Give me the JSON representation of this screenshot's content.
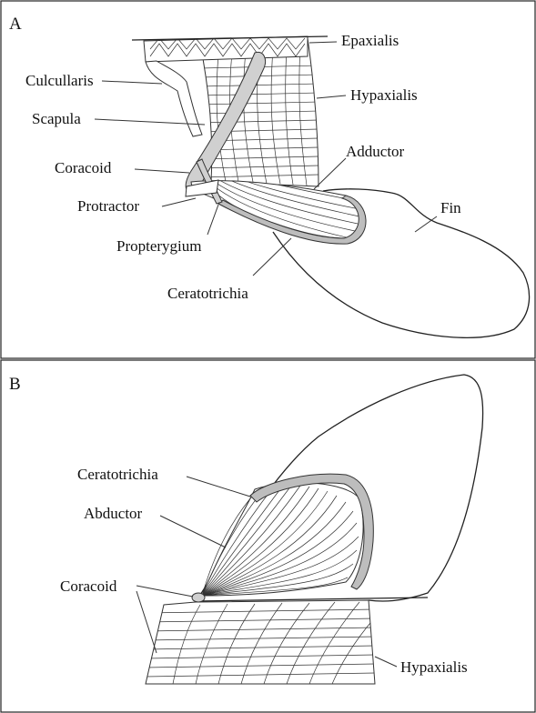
{
  "panels": [
    {
      "letter": "A",
      "labels": {
        "epaxialis": "Epaxialis",
        "culcullaris": "Culcullaris",
        "hypaxialis": "Hypaxialis",
        "scapula": "Scapula",
        "adductor": "Adductor",
        "coracoid": "Coracoid",
        "fin": "Fin",
        "protractor": "Protractor",
        "propterygium": "Propterygium",
        "ceratotrichia": "Ceratotrichia"
      }
    },
    {
      "letter": "B",
      "labels": {
        "ceratotrichia": "Ceratotrichia",
        "abductor": "Abductor",
        "coracoid": "Coracoid",
        "hypaxialis": "Hypaxialis"
      }
    }
  ]
}
